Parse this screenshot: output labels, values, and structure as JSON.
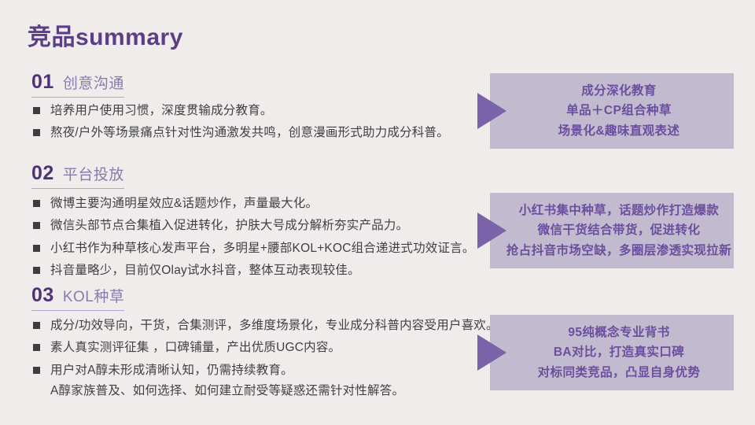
{
  "slide": {
    "title": "竞品summary",
    "background_color": "#f0ecec",
    "accent_color": "#5b3f86",
    "callout_bg_color": "#c2bacf",
    "callout_text_color": "#6b4e9e",
    "arrow_color": "#7a63a8"
  },
  "sections": [
    {
      "number": "01",
      "name": "创意沟通",
      "bullets": [
        {
          "text": "培养用户使用习惯，深度贯输成分教育。"
        },
        {
          "text": "熬夜/户外等场景痛点针对性沟通激发共鸣，创意漫画形式助力成分科普。"
        }
      ],
      "callout": {
        "lines": [
          "成分深化教育",
          "单品＋CP组合种草",
          "场景化&趣味直观表述"
        ]
      }
    },
    {
      "number": "02",
      "name": "平台投放",
      "bullets": [
        {
          "text": "微博主要沟通明星效应&话题炒作，声量最大化。"
        },
        {
          "text": "微信头部节点合集植入促进转化，护肤大号成分解析夯实产品力。"
        },
        {
          "text": "小红书作为种草核心发声平台，多明星+腰部KOL+KOC组合递进式功效证言。"
        },
        {
          "text": "抖音量略少，目前仅Olay试水抖音，整体互动表现较佳。"
        }
      ],
      "callout": {
        "lines": [
          "小红书集中种草，话题炒作打造爆款",
          "微信干货结合带货，促进转化",
          "抢占抖音市场空缺，多圈层渗透实现拉新"
        ]
      }
    },
    {
      "number": "03",
      "name": "KOL种草",
      "bullets": [
        {
          "text": "成分/功效导向，干货，合集测评，多维度场景化，专业成分科普内容受用户喜欢。"
        },
        {
          "text": "素人真实测评征集 ，口碑铺量，产出优质UGC内容。"
        },
        {
          "text": "用户对A醇未形成清晰认知，仍需持续教育。",
          "subline": "A醇家族普及、如何选择、如何建立耐受等疑惑还需针对性解答。"
        }
      ],
      "callout": {
        "lines": [
          "95纯概念专业背书",
          "BA对比，打造真实口碑",
          "对标同类竞品，凸显自身优势"
        ]
      }
    }
  ]
}
